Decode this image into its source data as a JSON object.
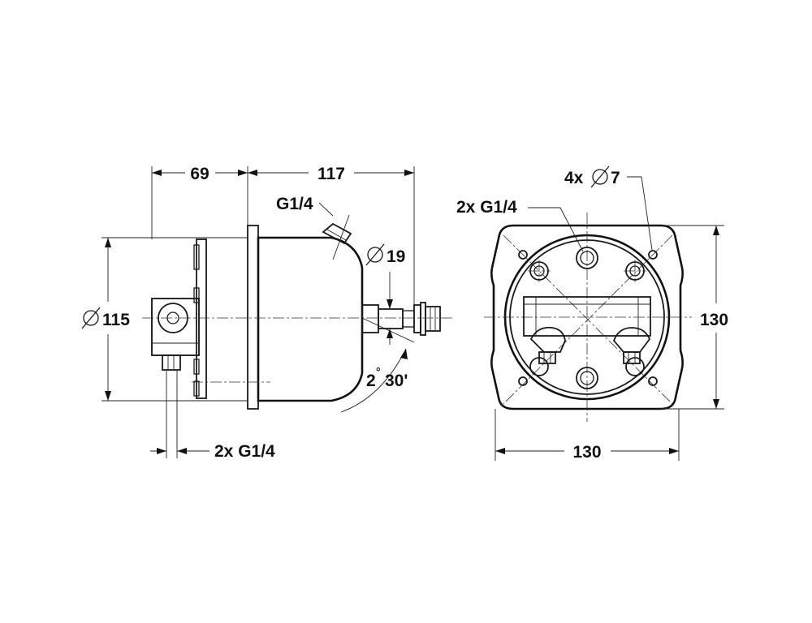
{
  "side_view": {
    "dim_left_length": "69",
    "dim_right_length": "117",
    "dim_diameter": "115",
    "port_top_label": "G1/4",
    "shaft_diameter": "19",
    "angle_degrees": "2",
    "angle_degree_sign": "°",
    "angle_minutes": "30'",
    "bottom_ports_label": "2x G1/4"
  },
  "front_view": {
    "ports_label": "2x G1/4",
    "holes_label_prefix": "4x",
    "holes_label_diameter": "7",
    "width": "130",
    "height": "130"
  },
  "symbols": {
    "diameter": "∅"
  }
}
